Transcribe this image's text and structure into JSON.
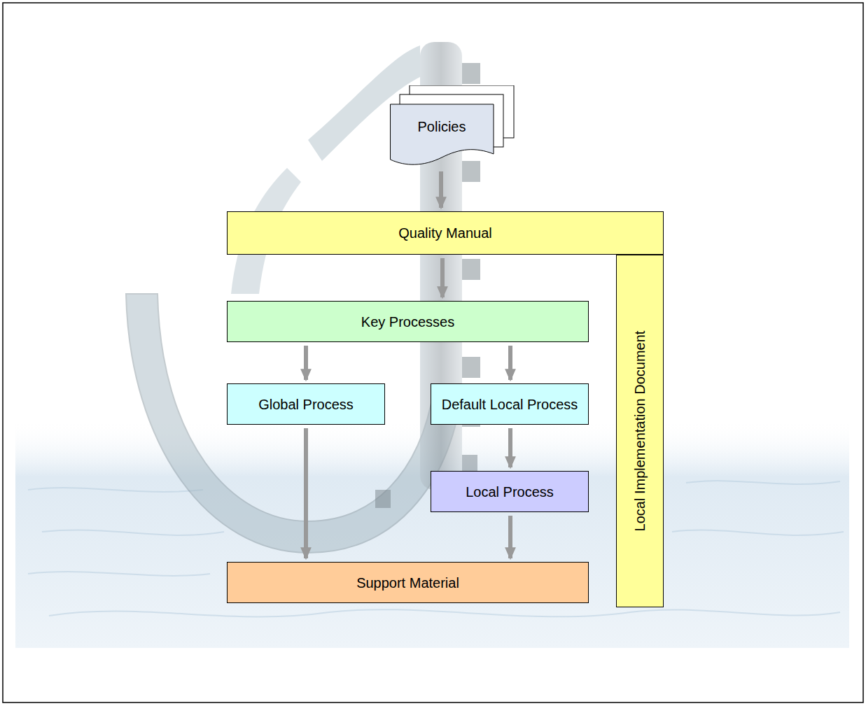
{
  "diagram": {
    "nodes": [
      {
        "text": [
          "Policies"
        ]
      },
      {
        "text": [
          "Quality Manual"
        ]
      },
      {
        "text": [
          "Key Processes"
        ]
      },
      {
        "text": [
          "Global Process"
        ]
      },
      {
        "text": [
          "Default Local Process"
        ]
      },
      {
        "text": [
          "Local Process"
        ]
      },
      {
        "text": [
          "Support Material"
        ]
      },
      {
        "text": [
          "Local Implementation Document"
        ]
      }
    ],
    "edges": [
      {
        "from": 0,
        "to": 1,
        "arrow": "to"
      },
      {
        "from": 1,
        "to": 2,
        "arrow": "to"
      },
      {
        "from": 2,
        "to": 3,
        "arrow": "to"
      },
      {
        "from": 2,
        "to": 4,
        "arrow": "to"
      },
      {
        "from": 3,
        "to": 6,
        "arrow": "to"
      },
      {
        "from": 4,
        "to": 5,
        "arrow": "to"
      },
      {
        "from": 5,
        "to": 6,
        "arrow": "to"
      }
    ]
  }
}
